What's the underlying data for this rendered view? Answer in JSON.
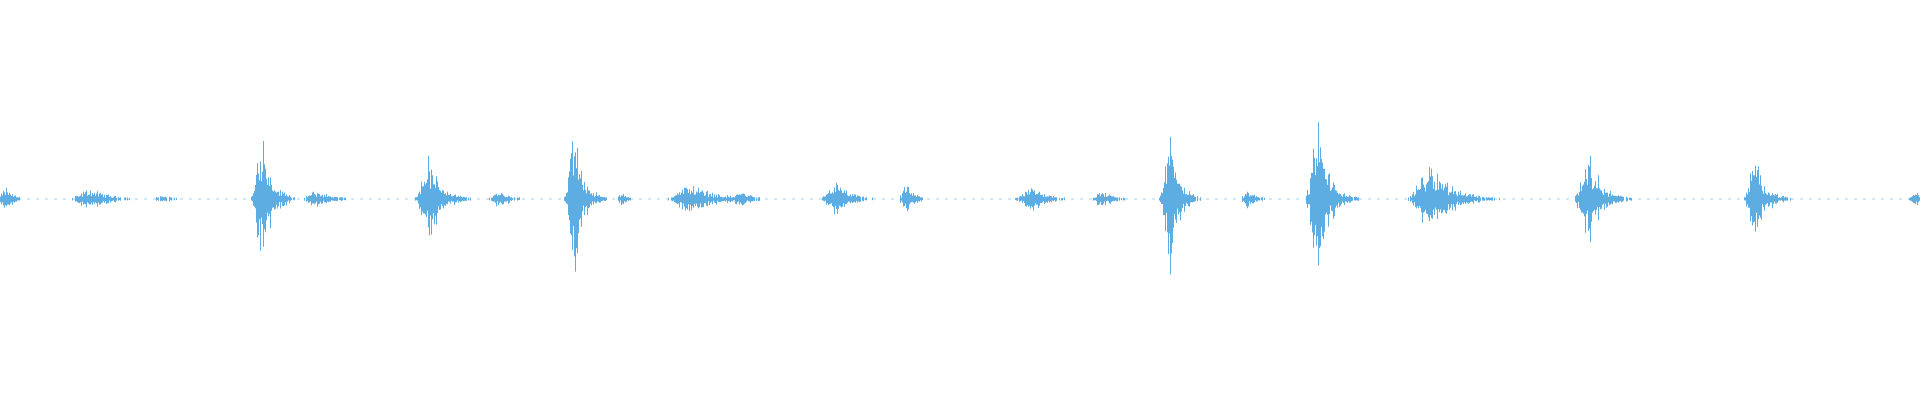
{
  "waveform": {
    "color": "#5dade2",
    "duration_fraction": 1.0,
    "bursts": [
      {
        "t": 0.003,
        "amp": 0.07,
        "width": 0.004
      },
      {
        "t": 0.047,
        "amp": 0.06,
        "width": 0.01
      },
      {
        "t": 0.085,
        "amp": 0.02,
        "width": 0.008
      },
      {
        "t": 0.136,
        "amp": 0.48,
        "width": 0.004
      },
      {
        "t": 0.148,
        "amp": 0.06,
        "width": 0.003
      },
      {
        "t": 0.165,
        "amp": 0.05,
        "width": 0.008
      },
      {
        "t": 0.223,
        "amp": 0.25,
        "width": 0.006
      },
      {
        "t": 0.26,
        "amp": 0.05,
        "width": 0.006
      },
      {
        "t": 0.299,
        "amp": 0.48,
        "width": 0.004
      },
      {
        "t": 0.324,
        "amp": 0.04,
        "width": 0.003
      },
      {
        "t": 0.36,
        "amp": 0.09,
        "width": 0.012
      },
      {
        "t": 0.386,
        "amp": 0.05,
        "width": 0.006
      },
      {
        "t": 0.435,
        "amp": 0.1,
        "width": 0.007
      },
      {
        "t": 0.472,
        "amp": 0.08,
        "width": 0.004
      },
      {
        "t": 0.537,
        "amp": 0.08,
        "width": 0.008
      },
      {
        "t": 0.574,
        "amp": 0.05,
        "width": 0.006
      },
      {
        "t": 0.609,
        "amp": 0.45,
        "width": 0.004
      },
      {
        "t": 0.65,
        "amp": 0.06,
        "width": 0.004
      },
      {
        "t": 0.686,
        "amp": 0.48,
        "width": 0.005
      },
      {
        "t": 0.745,
        "amp": 0.22,
        "width": 0.01
      },
      {
        "t": 0.827,
        "amp": 0.28,
        "width": 0.006
      },
      {
        "t": 0.914,
        "amp": 0.25,
        "width": 0.005
      },
      {
        "t": 0.998,
        "amp": 0.05,
        "width": 0.004
      }
    ]
  }
}
